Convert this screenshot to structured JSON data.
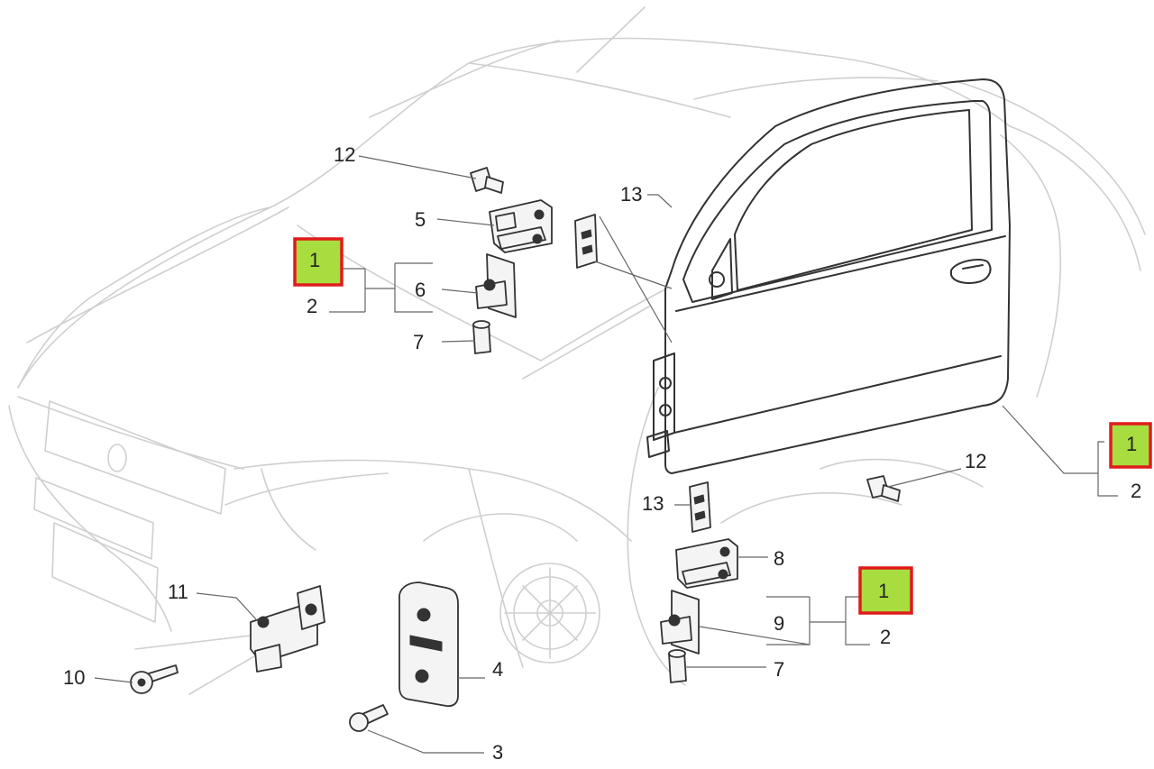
{
  "colors": {
    "highlight_fill": "#a8dd3f",
    "highlight_border": "#e01b1b",
    "car_outline": "#cfcfcf",
    "part_outline": "#333333"
  },
  "callouts": {
    "part_1_upper_left": "1",
    "part_2_upper_left": "2",
    "part_1_right": "1",
    "part_2_right": "2",
    "part_1_lower": "1",
    "part_2_lower": "2",
    "part_3": "3",
    "part_4": "4",
    "part_5": "5",
    "part_6": "6",
    "part_7_upper": "7",
    "part_7_lower": "7",
    "part_8": "8",
    "part_9": "9",
    "part_10": "10",
    "part_11": "11",
    "part_12_upper": "12",
    "part_12_lower": "12",
    "part_13_upper": "13",
    "part_13_lower": "13"
  }
}
